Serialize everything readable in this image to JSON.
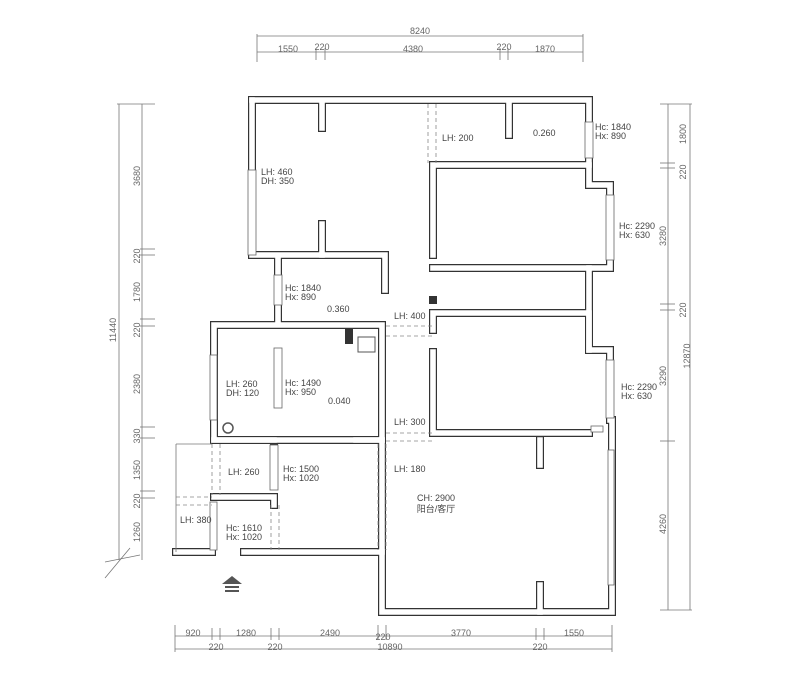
{
  "top_dims": {
    "total": "8240",
    "segments": [
      "1550",
      "220",
      "4380",
      "220",
      "1870"
    ]
  },
  "left_dims": {
    "total": "11440",
    "segments": [
      "3680",
      "220",
      "1780",
      "220",
      "2380",
      "330",
      "1350",
      "220",
      "1260"
    ]
  },
  "right_dims": {
    "total": "12870",
    "segments": [
      "1800",
      "220",
      "3280",
      "220",
      "3290",
      "4260"
    ]
  },
  "bottom_dims": {
    "total": "10890",
    "segments": [
      "920",
      "1280",
      "2490",
      "220",
      "3770",
      "1550"
    ],
    "sub": [
      "220",
      "220",
      "220"
    ]
  },
  "labels": {
    "lh460": "LH: 460",
    "dh350": "DH: 350",
    "lh200": "LH: 200",
    "lvl_0260": "0.260",
    "hc1840a": "Hc: 1840",
    "hx890a": "Hx: 890",
    "hc2290a": "Hc: 2290",
    "hx630a": "Hx: 630",
    "hc1840b": "Hc: 1840",
    "hx890b": "Hx: 890",
    "lvl_0360": "0.360",
    "lh400": "LH: 400",
    "lh260a": "LH: 260",
    "dh120": "DH: 120",
    "hc1490": "Hc: 1490",
    "hx950": "Hx: 950",
    "lvl_0040": "0.040",
    "lh300": "LH: 300",
    "hc2290b": "Hc: 2290",
    "hx630b": "Hx: 630",
    "lh260b": "LH: 260",
    "hc1500": "Hc: 1500",
    "hx1020a": "Hx: 1020",
    "lh180": "LH: 180",
    "ch2900": "CH: 2900",
    "room_name": "阳台/客厅",
    "lh380": "LH: 380",
    "hc1610": "Hc: 1610",
    "hx1020b": "Hx: 1020"
  },
  "icons": {
    "entrance": "entrance-arrow-icon",
    "compass": "north-arrow-icon"
  }
}
